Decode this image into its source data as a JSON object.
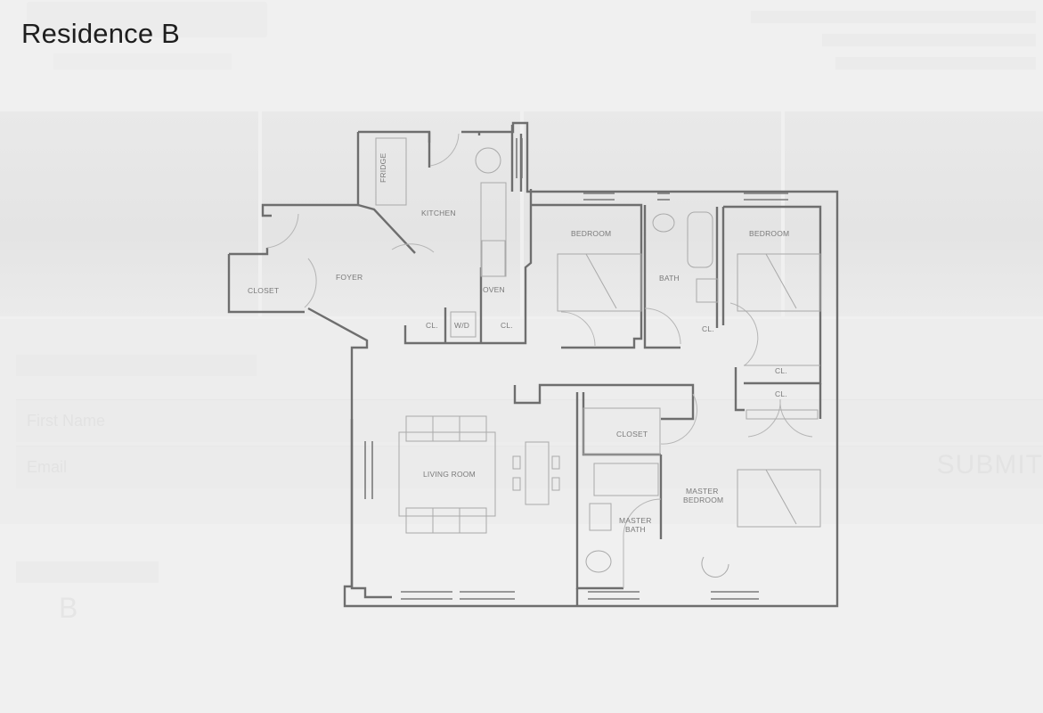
{
  "lightbox": {
    "title": "Residence B"
  },
  "background_page": {
    "form": {
      "fields": [
        {
          "label": "First Name"
        },
        {
          "label": "Email"
        }
      ],
      "submit_label": "SUBMIT"
    },
    "section_letter": "B"
  },
  "floor_plan": {
    "rooms": {
      "closet_entry": "CLOSET",
      "foyer": "FOYER",
      "kitchen": "KITCHEN",
      "fridge": "FRIDGE",
      "oven": "OVEN",
      "cl_1": "CL.",
      "wd": "W/D",
      "cl_2": "CL.",
      "bedroom_1": "BEDROOM",
      "bath": "BATH",
      "cl_3": "CL.",
      "bedroom_2": "BEDROOM",
      "cl_4": "CL.",
      "cl_5": "CL.",
      "living_room": "LIVING ROOM",
      "closet_master": "CLOSET",
      "master_bedroom_1": "MASTER",
      "master_bedroom_2": "BEDROOM",
      "master_bath_1": "MASTER",
      "master_bath_2": "BATH"
    },
    "colors": {
      "wall": "#6e6e6e",
      "fixture": "#a9a9a9",
      "label": "#7a7a7a"
    }
  }
}
